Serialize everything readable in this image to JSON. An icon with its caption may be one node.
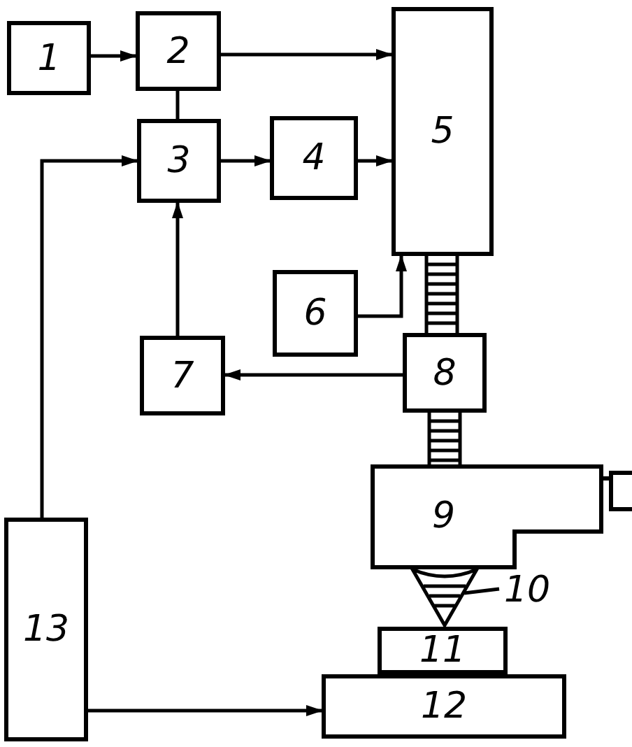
{
  "diagram": {
    "nodes": [
      {
        "text": [
          "1"
        ]
      },
      {
        "text": [
          "2"
        ]
      },
      {
        "text": [
          "3"
        ]
      },
      {
        "text": [
          "4"
        ]
      },
      {
        "text": [
          "5"
        ]
      },
      {
        "text": [
          "6"
        ]
      },
      {
        "text": [
          "7"
        ]
      },
      {
        "text": [
          "8"
        ]
      },
      {
        "text": [
          "9"
        ]
      },
      {
        "text": [
          "10"
        ]
      },
      {
        "text": [],
        "shape": "cone"
      },
      {
        "text": [
          "11"
        ]
      },
      {
        "text": [
          "12"
        ]
      },
      {
        "text": [
          "13"
        ]
      }
    ],
    "edges": [
      {
        "from": 0,
        "to": 1,
        "arrow": "to"
      },
      {
        "from": 1,
        "to": 4,
        "arrow": "to"
      },
      {
        "from": 1,
        "to": 2,
        "arrow": "none"
      },
      {
        "from": 2,
        "to": 3,
        "arrow": "to"
      },
      {
        "from": 3,
        "to": 4,
        "arrow": "to"
      },
      {
        "from": 5,
        "to": 4,
        "arrow": "to"
      },
      {
        "from": 6,
        "to": 2,
        "arrow": "to"
      },
      {
        "from": 7,
        "to": 6,
        "arrow": "to"
      },
      {
        "from": 4,
        "to": 7,
        "arrow": "none"
      },
      {
        "from": 7,
        "to": 8,
        "arrow": "none"
      },
      {
        "from": 9,
        "to": 10,
        "arrow": "none"
      },
      {
        "from": 13,
        "to": 2,
        "arrow": "to"
      },
      {
        "from": 13,
        "to": 12,
        "arrow": "to"
      }
    ]
  }
}
